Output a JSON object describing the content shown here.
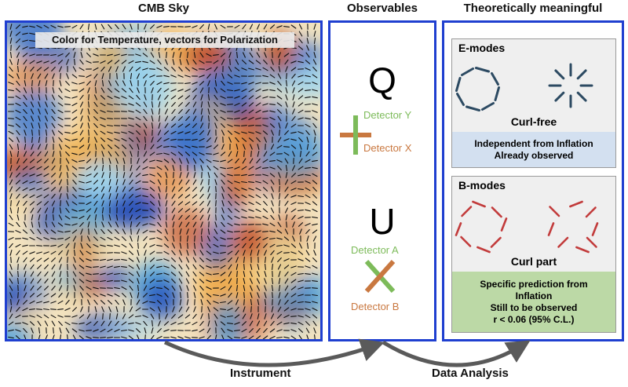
{
  "headings": {
    "sky": "CMB Sky",
    "observables": "Observables",
    "theory": "Theoretically meaningful"
  },
  "sky": {
    "caption": "Color for Temperature, vectors for Polarization"
  },
  "observables": {
    "q_letter": "Q",
    "q_detector_1": "Detector Y",
    "q_detector_2": "Detector X",
    "u_letter": "U",
    "u_detector_1": "Detector A",
    "u_detector_2": "Detector B"
  },
  "emodes": {
    "title": "E-modes",
    "curl_label": "Curl-free",
    "note_line1": "Independent from Inflation",
    "note_line2": "Already observed"
  },
  "bmodes": {
    "title": "B-modes",
    "curl_label": "Curl part",
    "note_line1": "Specific prediction from",
    "note_line2": "Inflation",
    "note_line3": "Still to be observed",
    "note_line4": "r < 0.06 (95% C.L.)"
  },
  "arrows": {
    "instrument": "Instrument",
    "analysis": "Data Analysis"
  },
  "colors": {
    "panel_border": "#1f3fd0",
    "detector_green": "#7dbb5a",
    "detector_orange": "#c97840",
    "emode_line": "#2c4a62",
    "bmode_line": "#c23b3b",
    "emode_note_bg": "#d3e0f0",
    "bmode_note_bg": "#bcd9a6",
    "arrow_gray": "#5a5a5a"
  }
}
